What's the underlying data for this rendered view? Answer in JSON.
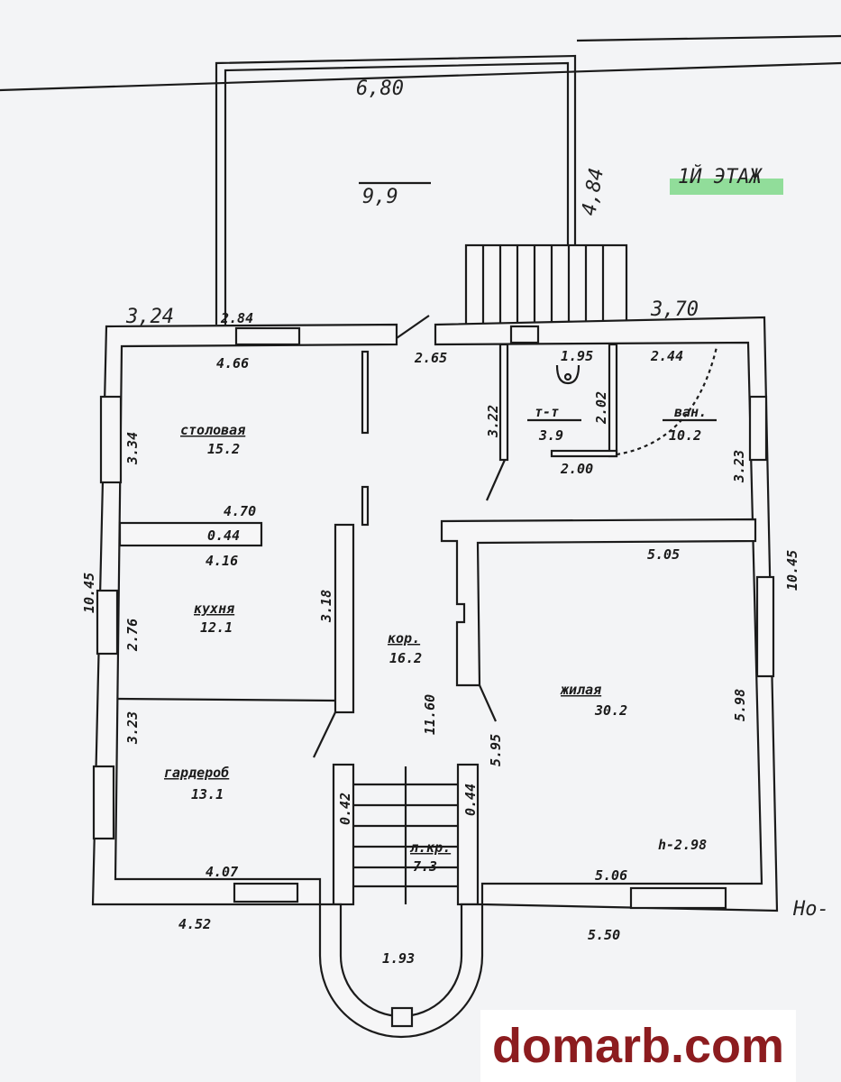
{
  "title": "1Й ЭТАЖ",
  "terrace": {
    "width": "6,80",
    "area": "9,9",
    "depth": "4,84"
  },
  "dims": {
    "top_left": "3,24",
    "top_left2": "2.84",
    "top_right": "3,70",
    "dining_top": "4.66",
    "entry": "2.65",
    "wc_top": "1.95",
    "bath_top": "2.44",
    "wc_side": "3.22",
    "wc_inner": "2.02",
    "wc_bottom": "2.00",
    "bath_side": "3.23",
    "dining_side": "3.34",
    "dining_bottom": "4.70",
    "wall": "0.44",
    "kitchen_top": "4.16",
    "left_total": "10.45",
    "kitchen_side": "2.76",
    "corridor_side": "3.18",
    "living_top": "5.05",
    "right_total": "10.45",
    "living_side": "5.98",
    "gard_side": "3.23",
    "corridor_len": "11.60",
    "stair_wall_l": "0.42",
    "stair_wall_r": "0.44",
    "living_left": "5.95",
    "height": "h-2.98",
    "gard_bottom": "4.07",
    "living_bottom": "5.06",
    "bottom_left": "4.52",
    "bottom_right": "5.50",
    "porch": "1.93",
    "note": "Но-"
  },
  "rooms": [
    {
      "name": "столовая",
      "area": "15.2"
    },
    {
      "name": "т-т",
      "area": "3.9"
    },
    {
      "name": "ван.",
      "area": "10.2"
    },
    {
      "name": "кухня",
      "area": "12.1"
    },
    {
      "name": "кор.",
      "area": "16.2"
    },
    {
      "name": "жилая",
      "area": "30.2"
    },
    {
      "name": "гардероб",
      "area": "13.1"
    },
    {
      "name": "л.кр.",
      "area": "7.3"
    }
  ],
  "watermark": "domarb.com",
  "colors": {
    "highlight": "#7fd88a",
    "watermark": "#8c1c1f"
  }
}
